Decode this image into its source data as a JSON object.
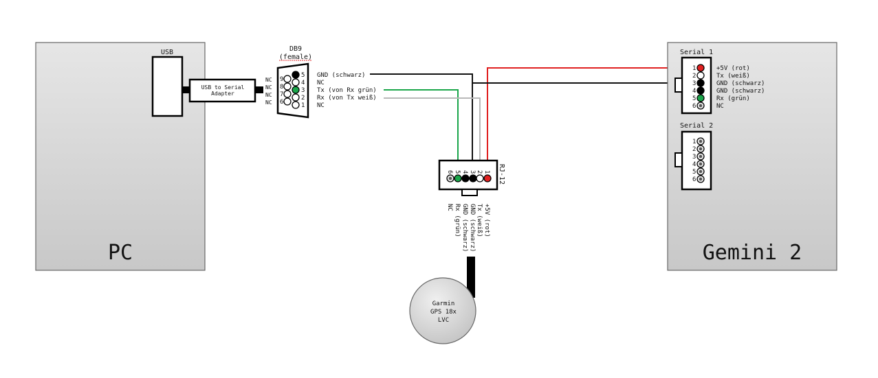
{
  "pc": {
    "label": "PC",
    "usb_label": "USB",
    "adapter_line1": "USB to Serial",
    "adapter_line2": "Adapter",
    "nc_labels": [
      "NC",
      "NC",
      "NC",
      "NC"
    ]
  },
  "db9": {
    "title": "DB9",
    "subtitle": "(female)",
    "left_numbers": [
      "9",
      "8",
      "7",
      "6"
    ],
    "right_numbers": [
      "5",
      "4",
      "3",
      "2",
      "1"
    ],
    "pins": [
      {
        "num": "5",
        "label": "GND (schwarz)",
        "color": "#000000"
      },
      {
        "num": "4",
        "label": "NC",
        "color": "#ffffff"
      },
      {
        "num": "3",
        "label": "Tx  (von Rx grün)",
        "color": "#1aa64a"
      },
      {
        "num": "2",
        "label": "Rx  (von Tx weiß)",
        "color": "#ffffff"
      },
      {
        "num": "1",
        "label": "NC",
        "color": "#ffffff"
      }
    ]
  },
  "rj12": {
    "title": "RJ-12",
    "pin_numbers": [
      "6",
      "5",
      "4",
      "3",
      "2",
      "1"
    ],
    "pins": [
      {
        "num": "6",
        "label": "NC",
        "color": "#dddddd"
      },
      {
        "num": "5",
        "label": "Rx  (grün)",
        "color": "#1aa64a"
      },
      {
        "num": "4",
        "label": "GND (schwarz)",
        "color": "#000000"
      },
      {
        "num": "3",
        "label": "GND (schwarz)",
        "color": "#000000"
      },
      {
        "num": "2",
        "label": "Tx  (weiß)",
        "color": "#ffffff"
      },
      {
        "num": "1",
        "label": "+5V (rot)",
        "color": "#e02020"
      }
    ]
  },
  "gemini": {
    "label": "Gemini 2",
    "serial1": {
      "title": "Serial 1",
      "pins": [
        {
          "num": "1",
          "label": "+5V (rot)",
          "color": "#e02020"
        },
        {
          "num": "2",
          "label": "Tx  (weiß)",
          "color": "#ffffff"
        },
        {
          "num": "3",
          "label": "GND (schwarz)",
          "color": "#000000"
        },
        {
          "num": "4",
          "label": "GND (schwarz)",
          "color": "#000000"
        },
        {
          "num": "5",
          "label": "Rx  (grün)",
          "color": "#1aa64a"
        },
        {
          "num": "6",
          "label": "NC",
          "color": "#dddddd"
        }
      ]
    },
    "serial2": {
      "title": "Serial 2",
      "pin_numbers": [
        "1",
        "2",
        "3",
        "4",
        "5",
        "6"
      ]
    }
  },
  "gps": {
    "line1": "Garmin",
    "line2": "GPS 18x",
    "line3": "LVC"
  },
  "colors": {
    "red": "#e02020",
    "green": "#1aa64a",
    "black": "#111111",
    "grey": "#b8b8b8",
    "box_fill": "#d2d2d2"
  }
}
